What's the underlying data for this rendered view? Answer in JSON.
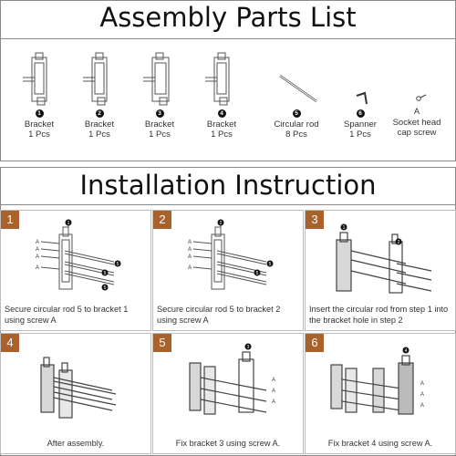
{
  "parts_title": "Assembly Parts List",
  "install_title": "Installation Instruction",
  "parts": [
    {
      "num": "1",
      "name": "Bracket",
      "qty": "1 Pcs",
      "icon": "bracket-icon"
    },
    {
      "num": "2",
      "name": "Bracket",
      "qty": "1 Pcs",
      "icon": "bracket-icon"
    },
    {
      "num": "3",
      "name": "Bracket",
      "qty": "1 Pcs",
      "icon": "bracket-icon"
    },
    {
      "num": "4",
      "name": "Bracket",
      "qty": "1 Pcs",
      "icon": "bracket-icon"
    },
    {
      "num": "5",
      "name": "Circular rod",
      "qty": "8 Pcs",
      "icon": "rod-icon"
    },
    {
      "num": "6",
      "name": "Spanner",
      "qty": "1 Pcs",
      "icon": "spanner-icon"
    },
    {
      "letter": "A",
      "name": "Socket head cap screw",
      "qty": "",
      "icon": "screw-icon"
    }
  ],
  "steps": [
    {
      "num": "1",
      "caption": "Secure circular rod 5 to bracket 1 using screw A"
    },
    {
      "num": "2",
      "caption": "Secure circular rod 5 to bracket 2 using screw A"
    },
    {
      "num": "3",
      "caption": "Insert the circular rod from step 1 into the bracket hole in step 2"
    },
    {
      "num": "4",
      "caption": "After assembly."
    },
    {
      "num": "5",
      "caption": "Fix bracket 3 using screw A."
    },
    {
      "num": "6",
      "caption": "Fix bracket 4 using screw A."
    }
  ],
  "diagram_labels": {
    "part_1": "1",
    "part_2": "2",
    "part_3": "3",
    "part_4": "4",
    "part_5": "5",
    "screw": "A"
  },
  "colors": {
    "badge": "#a9622b",
    "border": "#8a8a8a",
    "line": "#555555"
  }
}
